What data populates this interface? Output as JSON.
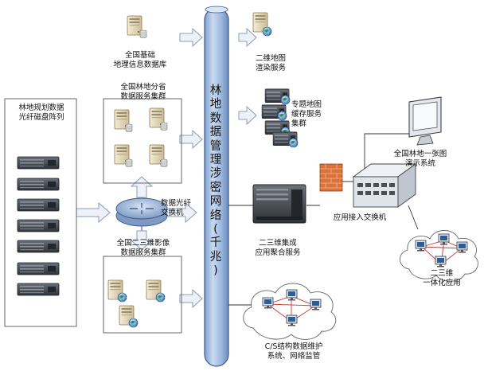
{
  "nodes": {
    "national_base_db": "全国基础\n地理信息数据库",
    "map_render_2d": "二维地图\n渲染服务",
    "provincial_cluster": "全国林地分省\n数据服务集群",
    "thematic_cache": "专题地图\n缓存服务\n集群",
    "disk_array": "林地规划数据\n光纤磁盘阵列",
    "fiber_switch": "数据光纤\n交换机",
    "demo_system": "全国林地一张图\n演示系统",
    "access_switch": "应用接入交换机",
    "aggregation_service": "二三维集成\n应用聚合服务",
    "imagery_cluster": "全国二三维影像\n数据服务集群",
    "integrated_app": "二三维\n一体化应用",
    "cs_maintenance": "C/S结构数据维护\n系统、网络监管"
  },
  "backbone": {
    "label": "林地数据管理涉密网络（千兆）",
    "chars": [
      "林",
      "地",
      "数",
      "据",
      "管",
      "理",
      "涉",
      "密",
      "网",
      "络",
      "(",
      "千",
      "兆",
      ")"
    ]
  },
  "colors": {
    "backbone_fill": "#a9c3e4",
    "backbone_stroke": "#3c5a88",
    "arrow_fill": "#eef2f8",
    "arrow_stroke": "#8a9cb8",
    "server_beige": "#e8dcc0",
    "rack_dark": "#4a4e56",
    "firewall": "#d9733a"
  }
}
